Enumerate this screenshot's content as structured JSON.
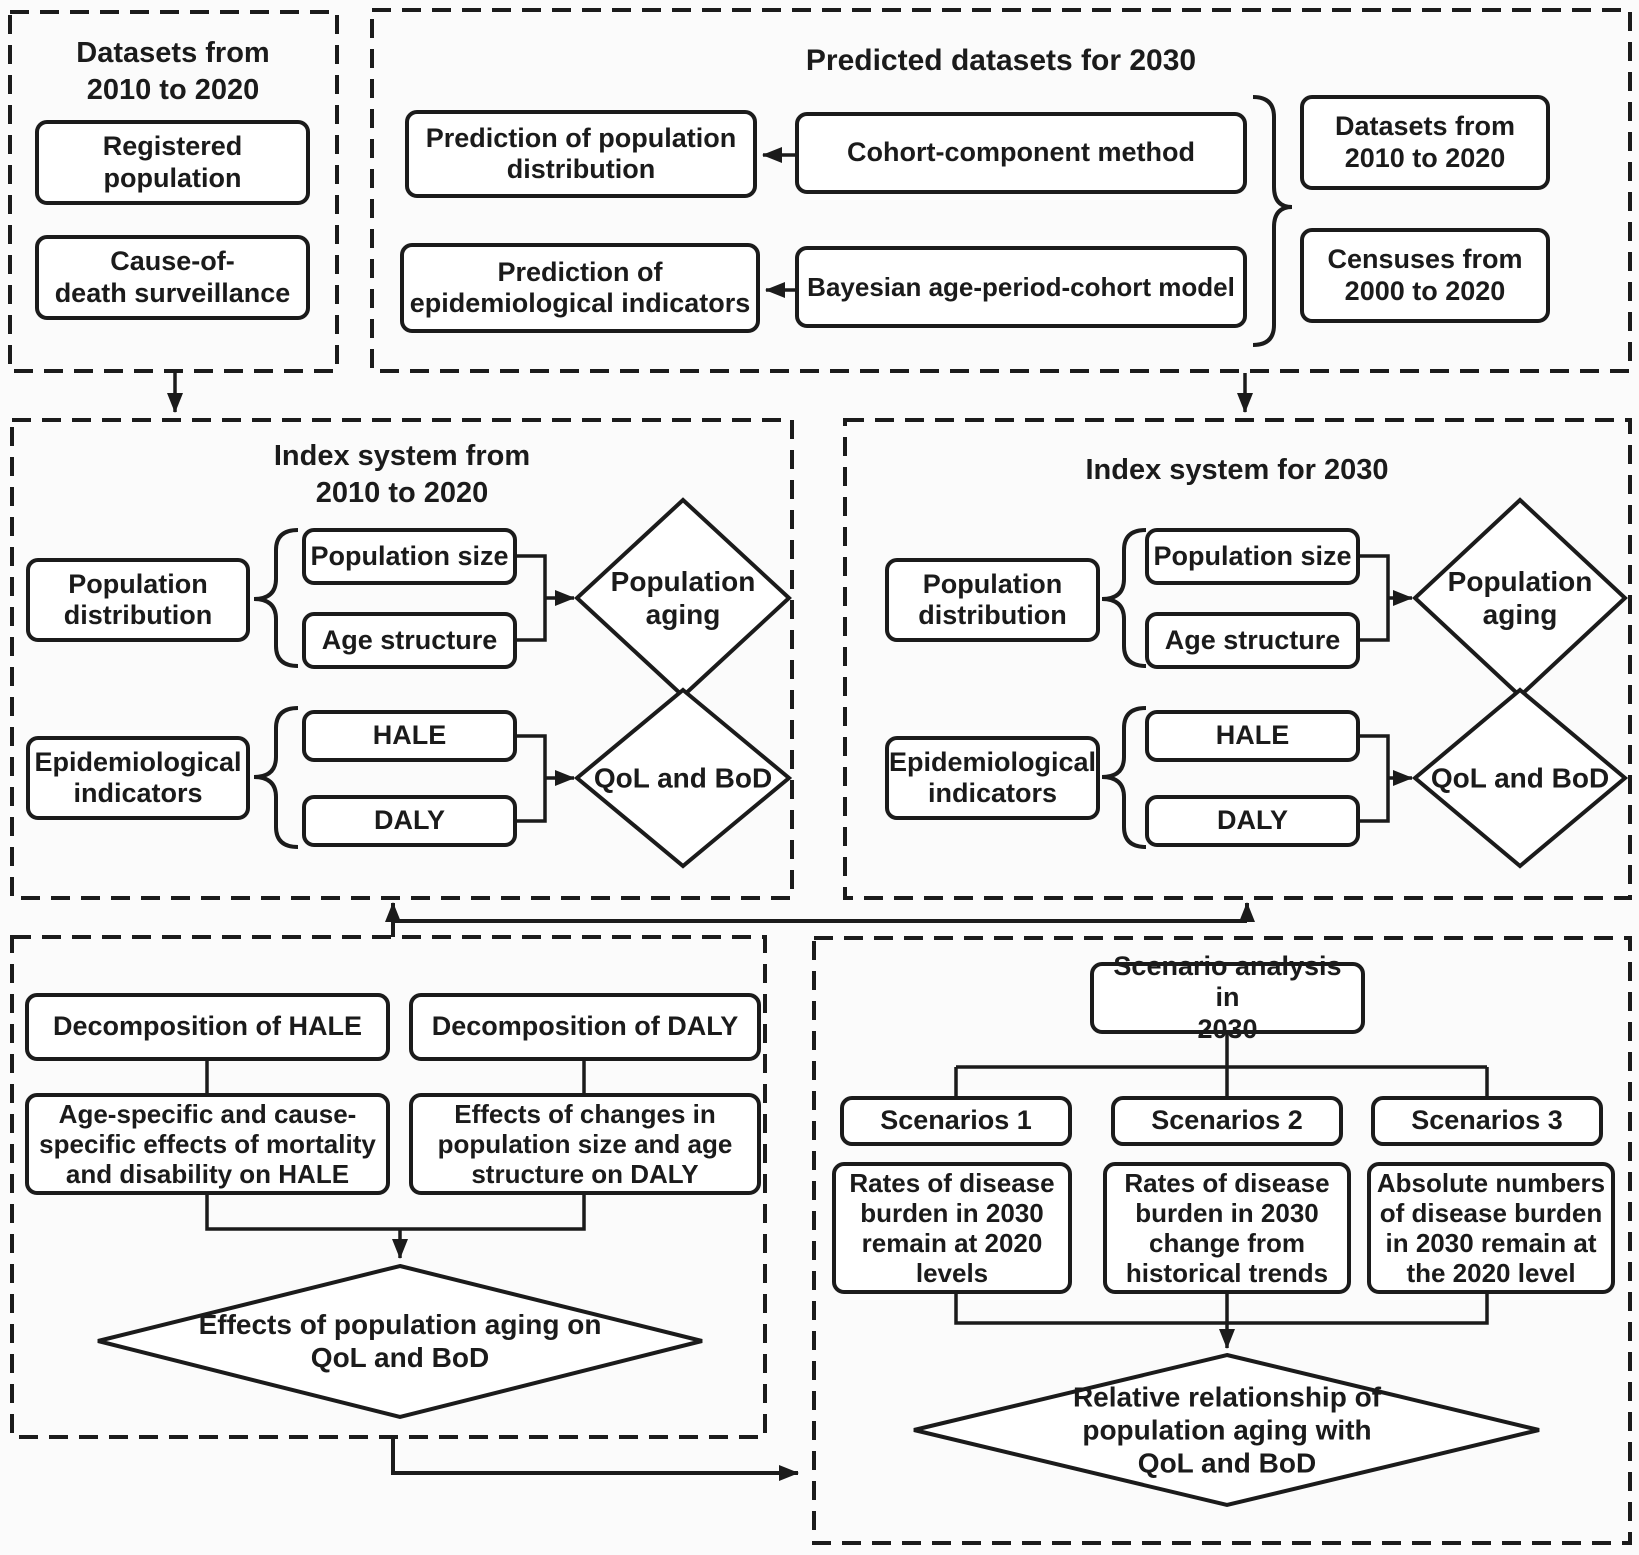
{
  "colors": {
    "line": "#1b1b1b",
    "background": "#fbfbfb",
    "box_fill": "#ffffff"
  },
  "top_left": {
    "title": "Datasets from\n2010 to 2020",
    "registered": "Registered\npopulation",
    "cause_of_death": "Cause-of-\ndeath surveillance"
  },
  "top_right": {
    "title": "Predicted datasets for 2030",
    "pred_pop": "Prediction of population\ndistribution",
    "cohort_method": "Cohort-component method",
    "pred_epi": "Prediction of\nepidemiological indicators",
    "bayesian_model": "Bayesian age-period-cohort model",
    "datasets": "Datasets from\n2010 to 2020",
    "censuses": "Censuses from\n2000 to 2020"
  },
  "index_left": {
    "title": "Index system from\n2010 to 2020",
    "pop_dist": "Population\ndistribution",
    "pop_size": "Population size",
    "age_structure": "Age structure",
    "aging_diamond": "Population\naging",
    "epi": "Epidemiological\nindicators",
    "hale": "HALE",
    "daly": "DALY",
    "qol_diamond": "QoL and BoD"
  },
  "index_right": {
    "title": "Index system for 2030",
    "pop_dist": "Population\ndistribution",
    "pop_size": "Population size",
    "age_structure": "Age structure",
    "aging_diamond": "Population\naging",
    "epi": "Epidemiological\nindicators",
    "hale": "HALE",
    "daly": "DALY",
    "qol_diamond": "QoL and BoD"
  },
  "decomposition": {
    "hale": "Decomposition of HALE",
    "daly": "Decomposition of DALY",
    "hale_effect": "Age-specific and cause-\nspecific effects of mortality\nand disability on HALE",
    "daly_effect": "Effects of changes in\npopulation size and age\nstructure on DALY",
    "diamond": "Effects of population aging on\nQoL and BoD"
  },
  "scenario": {
    "title": "Scenario analysis in\n2030",
    "s1": "Scenarios 1",
    "s2": "Scenarios 2",
    "s3": "Scenarios 3",
    "s1_desc": "Rates of disease\nburden in 2030\nremain at 2020\nlevels",
    "s2_desc": "Rates of disease\nburden in 2030\nchange from\nhistorical trends",
    "s3_desc": "Absolute numbers\nof disease burden\nin 2030 remain at\nthe 2020 level",
    "diamond": "Relative relationship of\npopulation aging with\nQoL and BoD"
  }
}
